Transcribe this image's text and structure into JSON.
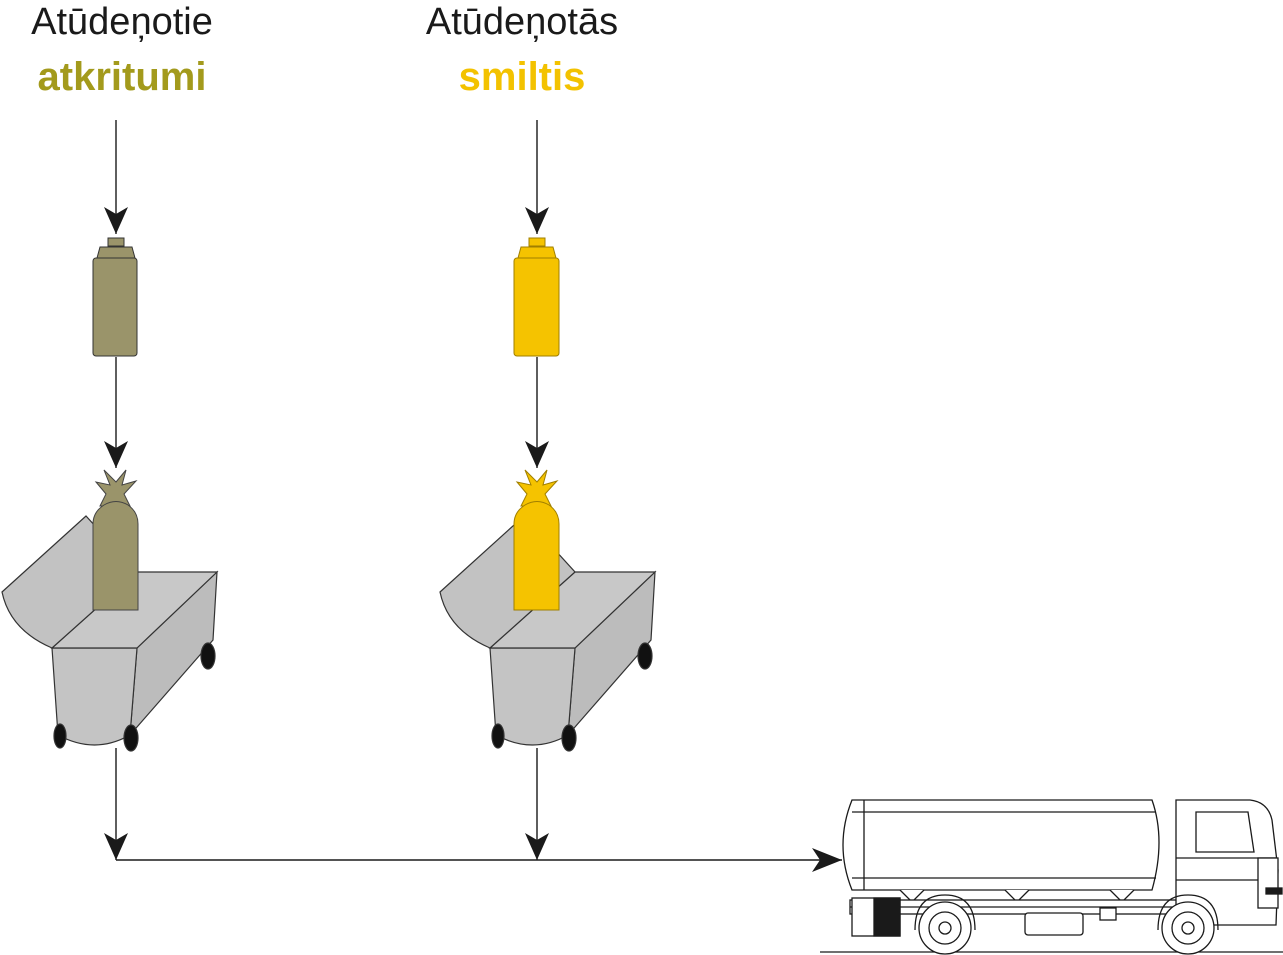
{
  "streams": [
    {
      "line1": "Atūdeņotie",
      "line2": "atkritumi",
      "color": "#a39a1c",
      "bag_color": "#9a946a"
    },
    {
      "line1": "Atūdeņotās",
      "line2": "smiltis",
      "color": "#f3c200",
      "bag_color": "#f5c300"
    }
  ],
  "colors": {
    "line": "#1a1a1a",
    "bin_body": "#c4c4c4",
    "wheel": "#111111"
  },
  "icons": [
    "bagging-unit-icon",
    "tied-bag-icon",
    "wheelie-bin-icon",
    "tanker-truck-icon"
  ]
}
